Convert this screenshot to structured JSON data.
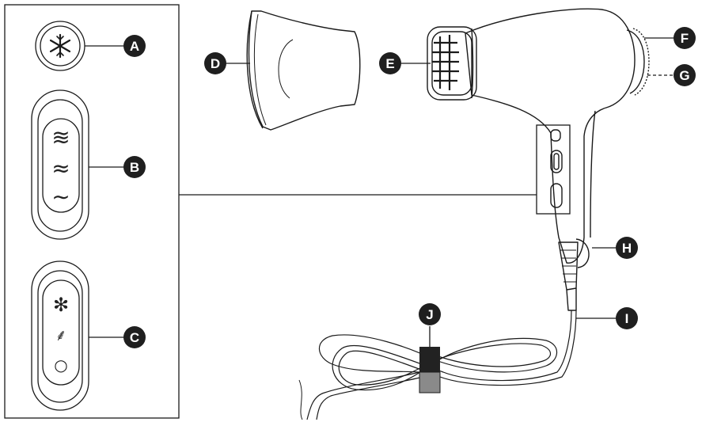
{
  "colors": {
    "line": "#1a1a1a",
    "badge": "#1f1f1f",
    "badge_text": "#ffffff",
    "cord_tie_dark": "#222222",
    "cord_tie_light": "#8a8a8a"
  },
  "panel": {
    "cool_shot_icon": "snowflake-icon",
    "heat_symbols": [
      "≋",
      "≈",
      "∼"
    ],
    "speed_symbols": [
      "✻",
      "⸙",
      "○"
    ]
  },
  "labels": {
    "A": "A",
    "B": "B",
    "C": "C",
    "D": "D",
    "E": "E",
    "F": "F",
    "G": "G",
    "H": "H",
    "I": "I",
    "J": "J"
  }
}
